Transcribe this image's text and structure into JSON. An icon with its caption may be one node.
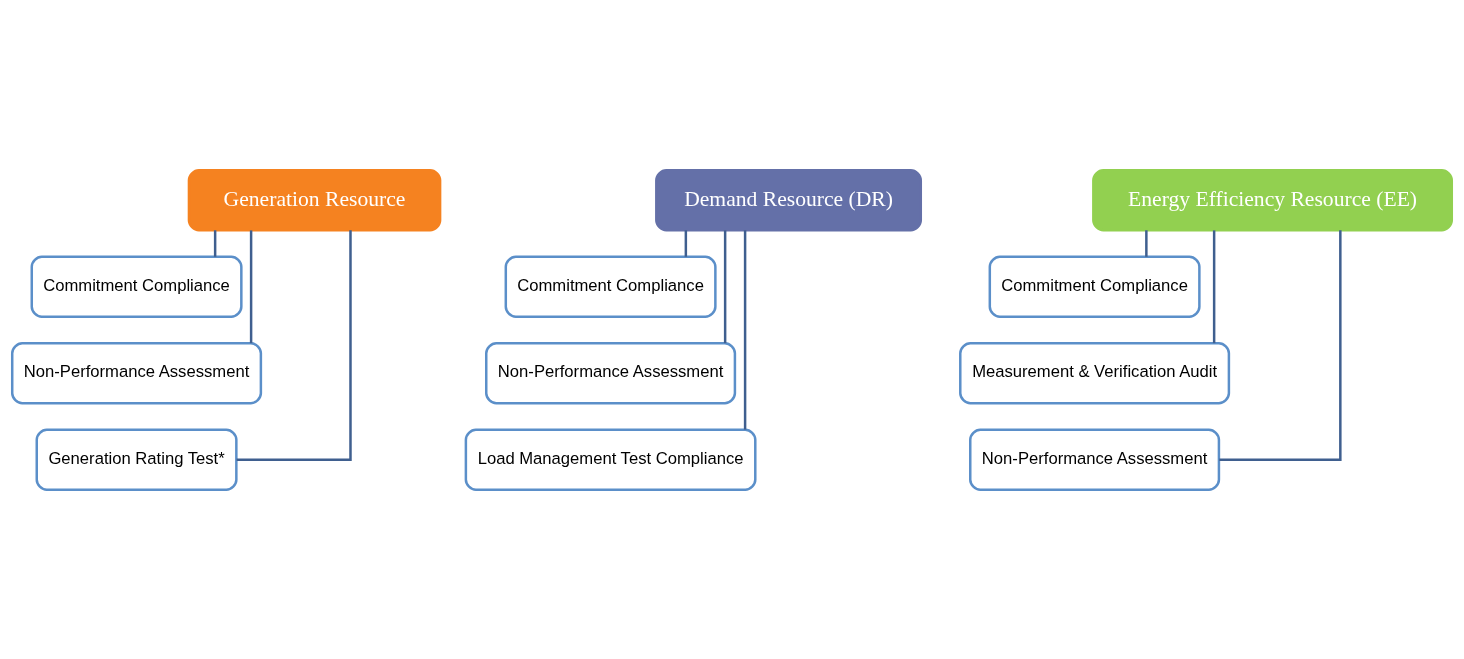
{
  "diagram": {
    "nodes": [
      {
        "text": [
          "Generation Resource"
        ]
      },
      {
        "text": [
          "Commitment Compliance"
        ]
      },
      {
        "text": [
          "Non-Performance Assessment"
        ]
      },
      {
        "text": [
          "Generation Rating Test*"
        ]
      },
      {
        "text": [
          "Demand Resource (DR)"
        ]
      },
      {
        "text": [
          "Commitment Compliance"
        ]
      },
      {
        "text": [
          "Non-Performance Assessment"
        ]
      },
      {
        "text": [
          "Load Management Test Compliance"
        ]
      },
      {
        "text": [
          "Energy Efficiency Resource (EE)"
        ]
      },
      {
        "text": [
          "Commitment Compliance"
        ]
      },
      {
        "text": [
          "Measurement & Verification Audit"
        ]
      },
      {
        "text": [
          "Non-Performance Assessment"
        ]
      }
    ],
    "edges": [
      {
        "from": 0,
        "to": 1,
        "arrow": "none"
      },
      {
        "from": 0,
        "to": 2,
        "arrow": "none"
      },
      {
        "from": 0,
        "to": 3,
        "arrow": "none"
      },
      {
        "from": 4,
        "to": 5,
        "arrow": "none"
      },
      {
        "from": 4,
        "to": 6,
        "arrow": "none"
      },
      {
        "from": 4,
        "to": 7,
        "arrow": "none"
      },
      {
        "from": 8,
        "to": 9,
        "arrow": "none"
      },
      {
        "from": 8,
        "to": 10,
        "arrow": "none"
      },
      {
        "from": 8,
        "to": 11,
        "arrow": "none"
      }
    ]
  }
}
